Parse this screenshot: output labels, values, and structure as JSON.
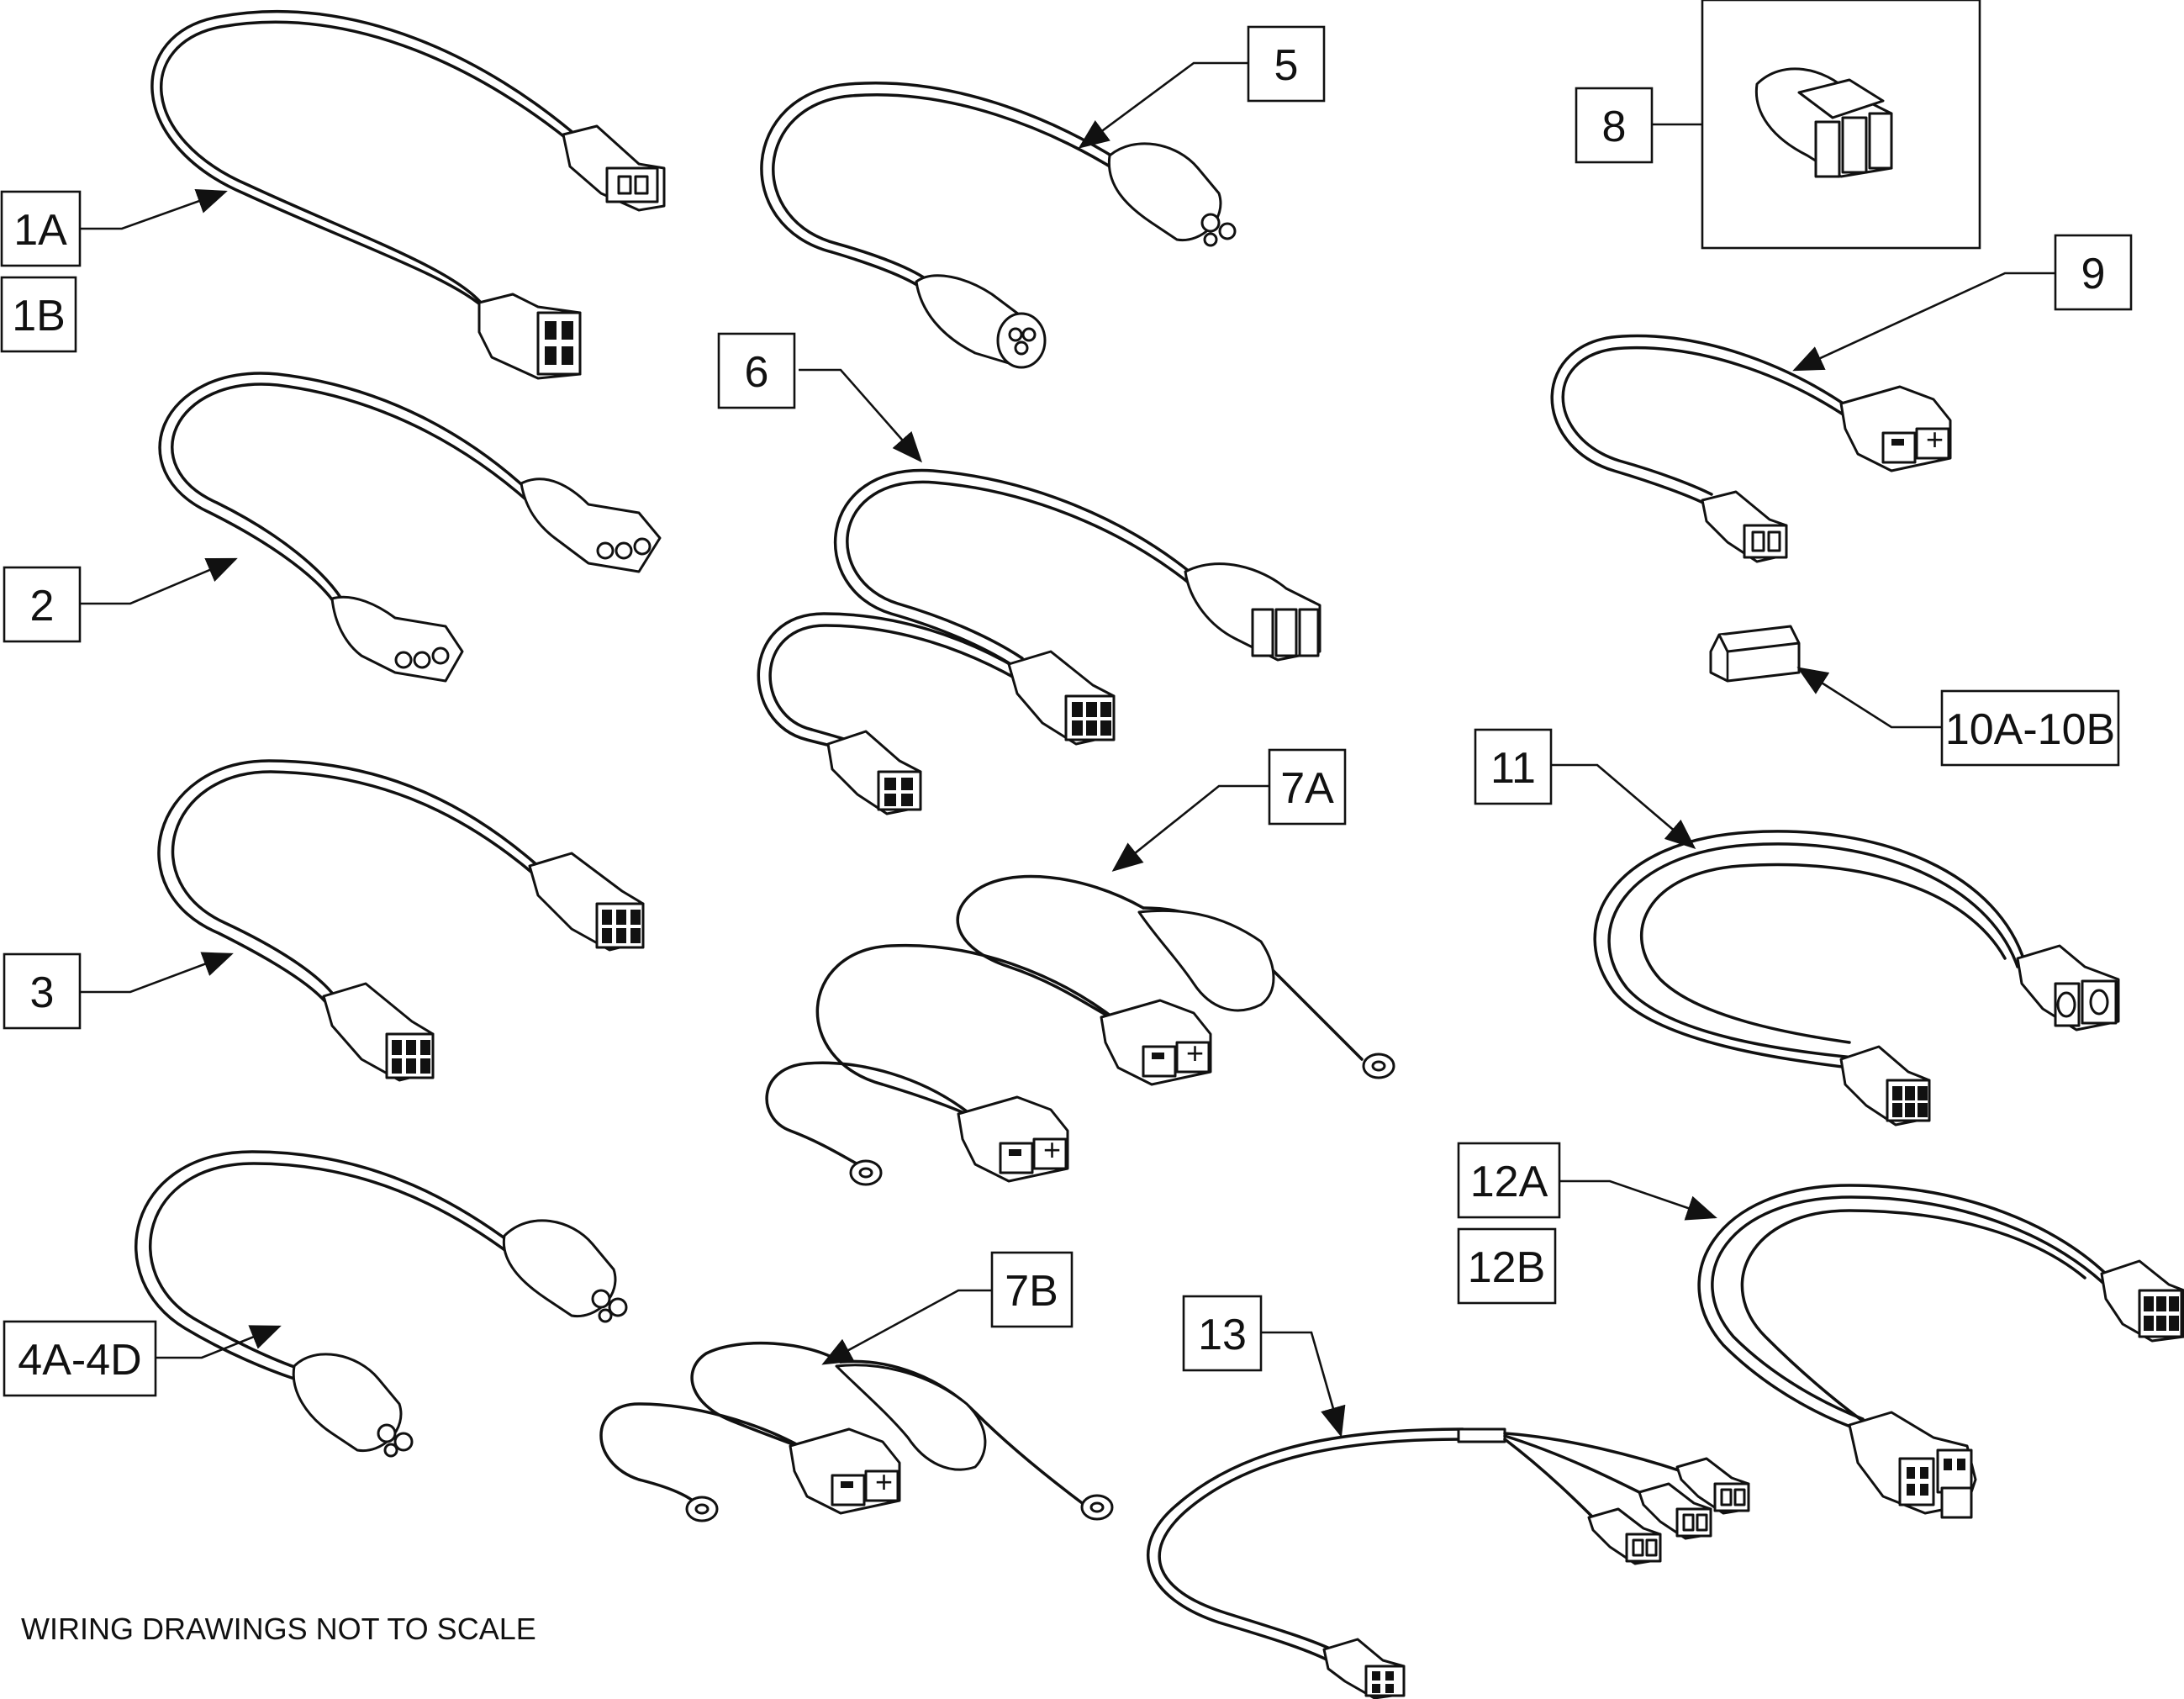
{
  "labels": {
    "l1a": "1A",
    "l1b": "1B",
    "l2": "2",
    "l3": "3",
    "l4": "4A-4D",
    "l5": "5",
    "l6": "6",
    "l7a": "7A",
    "l7b": "7B",
    "l8": "8",
    "l9": "9",
    "l10": "10A-10B",
    "l11": "11",
    "l12a": "12A",
    "l12b": "12B",
    "l13": "13"
  },
  "note": "WIRING DRAWINGS NOT TO SCALE"
}
